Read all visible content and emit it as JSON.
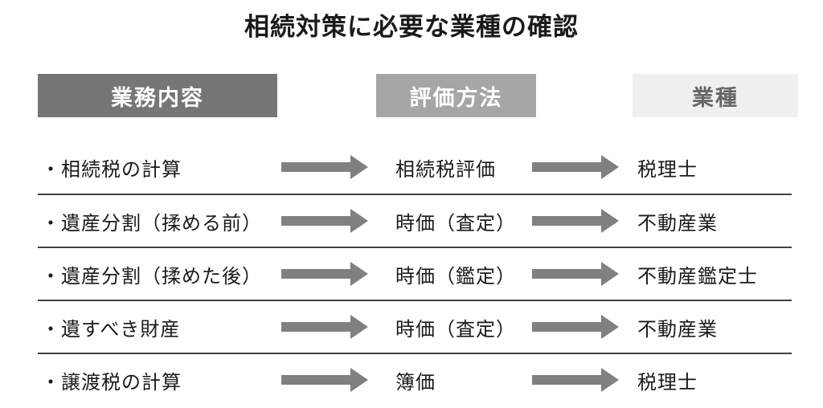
{
  "title": "相続対策に必要な業種の確認",
  "colors": {
    "text": "#1a1a1a",
    "header1_bg": "#767676",
    "header2_bg": "#a6a6a6",
    "header3_bg": "#f0f0f0",
    "header3_text": "#666666",
    "arrow": "#808080",
    "divider": "#404040"
  },
  "headers": {
    "task": "業務内容",
    "method": "評価方法",
    "industry": "業種"
  },
  "rows": [
    {
      "task": "・相続税の計算",
      "method": "相続税評価",
      "industry": "税理士"
    },
    {
      "task": "・遺産分割（揉める前）",
      "method": "時価（査定）",
      "industry": "不動産業"
    },
    {
      "task": "・遺産分割（揉めた後）",
      "method": "時価（鑑定）",
      "industry": "不動産鑑定士"
    },
    {
      "task": "・遺すべき財産",
      "method": "時価（査定）",
      "industry": "不動産業"
    },
    {
      "task": "・譲渡税の計算",
      "method": "簿価",
      "industry": "税理士"
    }
  ]
}
